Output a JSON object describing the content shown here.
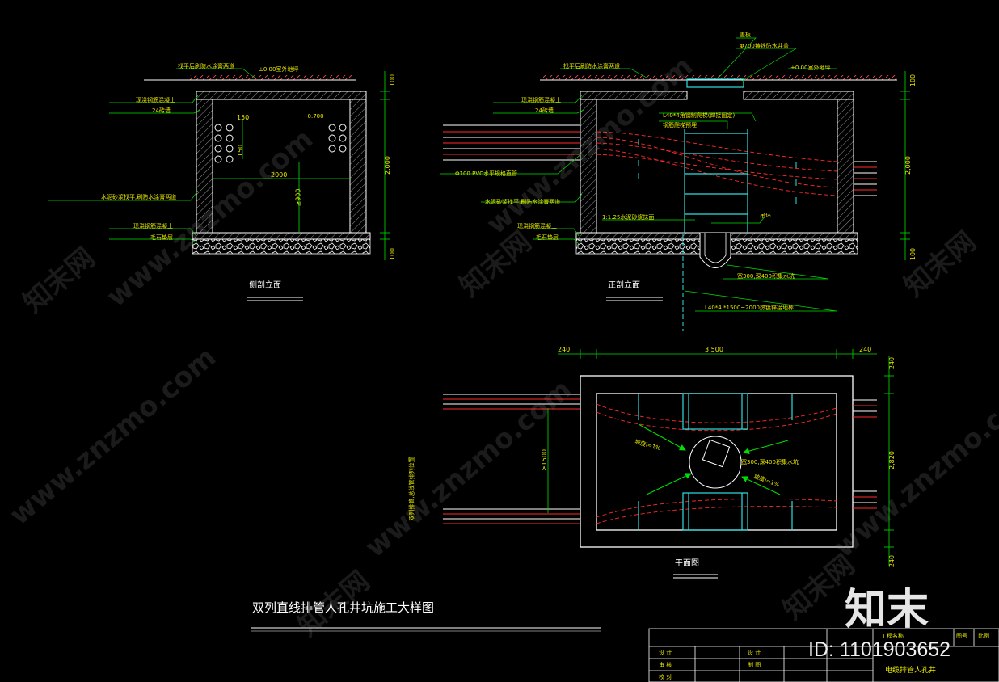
{
  "views": {
    "side": {
      "title": "侧剖立面",
      "labels": {
        "top_layer": "找平后刷防水涂膏两道",
        "level": "±0.00室外地坪",
        "slab": "现浇钢筋混凝土",
        "wall": "24砖墙",
        "wall_plaster": "水泥砂浆找平,刷防水涂膏两道",
        "base_slab": "现浇钢筋混凝土",
        "gravel": "毛石垫层",
        "pipe_depth": "-0.700"
      },
      "dims": {
        "d150a": "150",
        "d150b": "150",
        "width": "2000",
        "depth": "≥900",
        "top": "100",
        "height": "2,000",
        "bottom": "100"
      }
    },
    "front": {
      "title": "正剖立面",
      "labels": {
        "cover_note": "盖板",
        "cover": "Φ700铸铁防水井盖",
        "top_layer": "找平后刷防水涂膏两道",
        "level": "±0.00室外地坪",
        "slab": "现浇钢筋混凝土",
        "wall": "24砖墙",
        "angle": "L40*4角钢制爬梯(焊接固定)",
        "ladder": "钢筋爬梯预埋",
        "pvc": "Φ100 PVC水平规格直管",
        "wall_plaster": "水泥砂浆找平,刷防水涂膏两道",
        "base_slab": "现浇钢筋混凝土",
        "mortar": "1:1.25水泥砂浆抹面",
        "gravel": "毛石垫层",
        "hook": "吊环",
        "sump": "宽300,深400积集水坑",
        "ground_rod": "L40*4 *1500~2000热镀锌接地棒"
      },
      "dims": {
        "top": "100",
        "height": "2,000",
        "bottom": "100"
      }
    },
    "plan": {
      "title": "平面图",
      "labels": {
        "slope1": "坡度i=1%",
        "slope2": "坡度i=1%",
        "sump": "宽300,深400积集水坑",
        "side_note": "双列排管,总线管排列位置"
      },
      "dims": {
        "left_wall": "240",
        "inner": "3,500",
        "right_wall": "240",
        "spacing": "≥1500",
        "top_wall": "240",
        "inner_h": "2,820",
        "bottom_wall": "240"
      }
    }
  },
  "main_title": "双列直线排管人孔井坑施工大样图",
  "title_block": {
    "project": "电缆排管人孔井",
    "cells": [
      "设 计",
      "审 核",
      "设 计",
      "校 对",
      "制 图",
      "工程名称",
      "图号",
      "比例"
    ]
  },
  "watermark": {
    "text": "www.znzmo.com",
    "cn": "知末网",
    "logo": "知末",
    "id": "ID: 1101903652"
  },
  "colors": {
    "background": "#000000",
    "structure": "#ffffff",
    "text": "#e8e800",
    "dimension": "#00e000",
    "pipe_red": "#ff2a2a",
    "ladder_cyan": "#30e0e0",
    "arrow_green": "#00e000"
  }
}
